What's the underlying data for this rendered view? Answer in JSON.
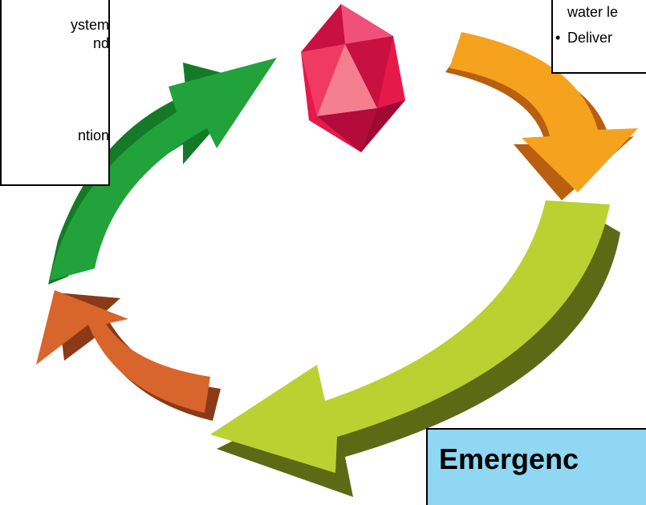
{
  "left_box": {
    "lines": [
      "ystem",
      "nd",
      "",
      "",
      "ntion"
    ]
  },
  "right_box": {
    "lines": [
      "water le",
      "Deliver"
    ],
    "bullet": "•"
  },
  "emergency_box": {
    "label": "Emergenc"
  },
  "colors": {
    "gem": "#e6194b",
    "arrow_orange": "#f5a21f",
    "arrow_yellowgreen": "#b9d232",
    "arrow_green": "#22a23a",
    "arrow_rust": "#d8652b",
    "emergency_fill": "#8fd7f2"
  }
}
